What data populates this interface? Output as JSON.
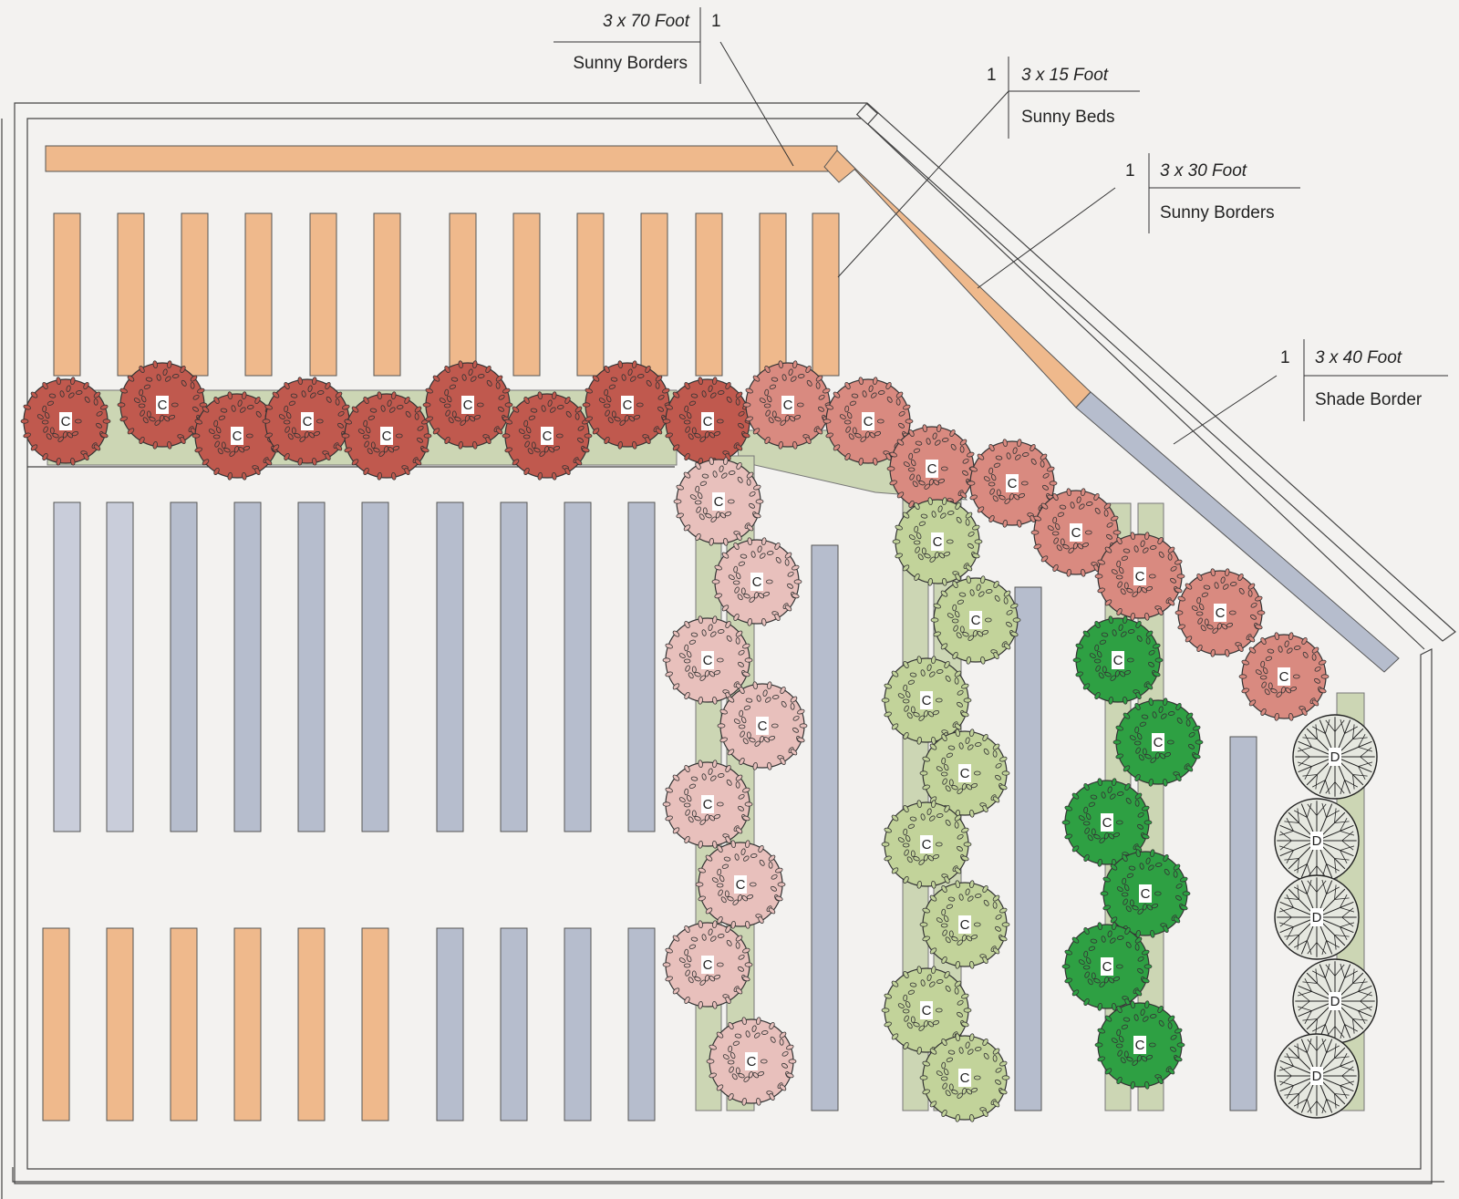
{
  "colors": {
    "background": "#f3f2f0",
    "outline": "#444444",
    "sunny_bed": "#efb98c",
    "shade_bed": "#b6bdcd",
    "shade_bed_light": "#c9cdda",
    "green_strip": "#ccd6b4",
    "shrub_dark_red": "#c0594e",
    "shrub_salmon": "#d98a80",
    "shrub_pink": "#e8c0bc",
    "shrub_sage": "#c2d39a",
    "shrub_green": "#2ea043",
    "tree_d": "#e6e8e0"
  },
  "callouts": [
    {
      "name": "callout-sunny-borders-70",
      "qty": "1",
      "size": "3 x 70 Foot",
      "label": "Sunny Borders"
    },
    {
      "name": "callout-sunny-beds-15",
      "qty": "1",
      "size": "3 x 15 Foot",
      "label": "Sunny Beds"
    },
    {
      "name": "callout-sunny-borders-30",
      "qty": "1",
      "size": "3 x 30 Foot",
      "label": "Sunny Borders"
    },
    {
      "name": "callout-shade-border-40",
      "qty": "1",
      "size": "3 x 40 Foot",
      "label": "Shade Border"
    }
  ],
  "plant_codes": {
    "shrub": "C",
    "tree": "D"
  }
}
